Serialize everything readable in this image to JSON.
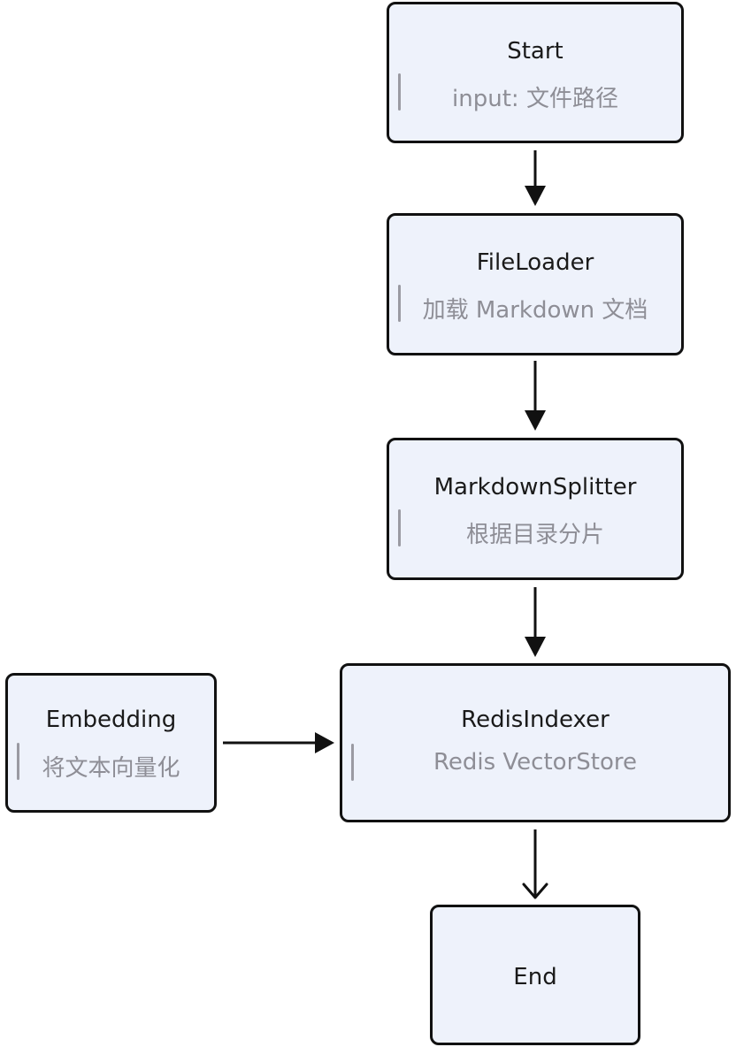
{
  "nodes": {
    "start": {
      "title": "Start",
      "subtitle": "input: 文件路径"
    },
    "file_loader": {
      "title": "FileLoader",
      "subtitle": "加载 Markdown 文档"
    },
    "markdown_splitter": {
      "title": "MarkdownSplitter",
      "subtitle": "根据目录分片"
    },
    "embedding": {
      "title": "Embedding",
      "subtitle": "将文本向量化"
    },
    "redis_indexer": {
      "title": "RedisIndexer",
      "subtitle": "Redis VectorStore"
    },
    "end": {
      "title": "End"
    }
  },
  "colors": {
    "node_fill": "#eef2fb",
    "node_border": "#111111",
    "subtitle_text": "#8e8e96",
    "arrow": "#111111"
  }
}
